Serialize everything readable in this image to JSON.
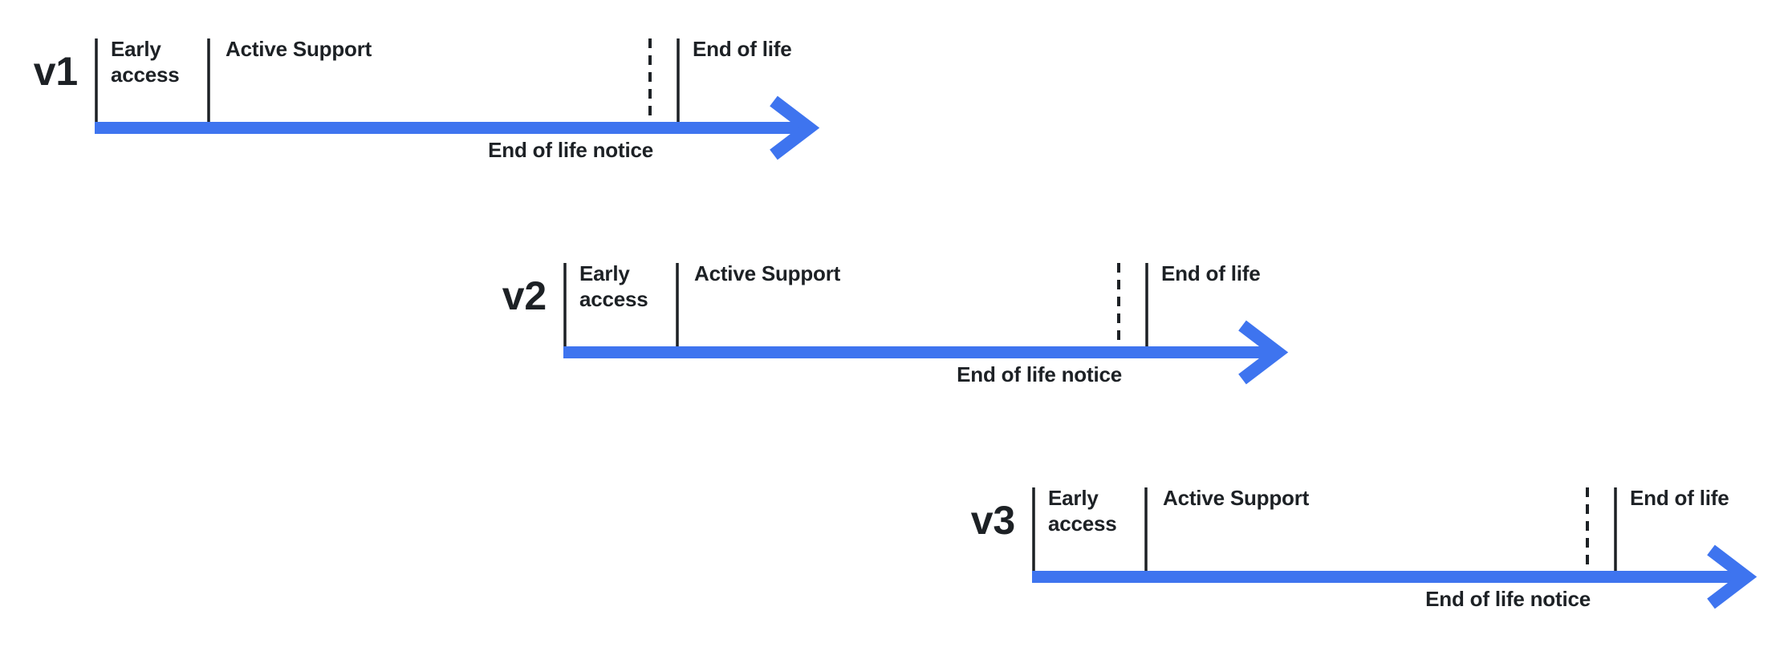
{
  "colors": {
    "accent_blue": "#3E74EF",
    "ink": "#1D2125",
    "background": "#FFFFFF"
  },
  "rows": [
    {
      "label": "v1",
      "early_access_label": "Early access",
      "active_support_label": "Active Support",
      "end_of_life_label": "End of life",
      "end_of_life_notice_label": "End of life notice"
    },
    {
      "label": "v2",
      "early_access_label": "Early access",
      "active_support_label": "Active Support",
      "end_of_life_label": "End of life",
      "end_of_life_notice_label": "End of life notice"
    },
    {
      "label": "v3",
      "early_access_label": "Early access",
      "active_support_label": "Active Support",
      "end_of_life_label": "End of life",
      "end_of_life_notice_label": "End of life notice"
    }
  ]
}
